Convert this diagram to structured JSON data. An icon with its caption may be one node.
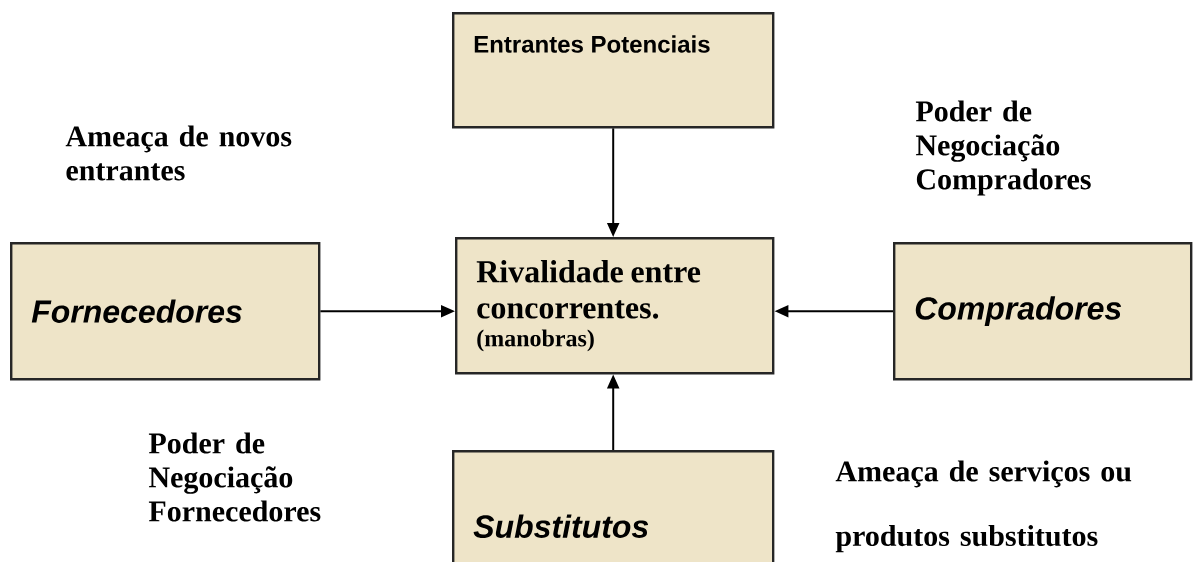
{
  "diagram": {
    "nodes": [
      {
        "text": [
          "Entrantes Potenciais"
        ]
      },
      {
        "text": [
          "Fornecedores"
        ]
      },
      {
        "text": [
          "Rivalidade entre concorrentes.",
          "(manobras)"
        ]
      },
      {
        "text": [
          "Compradores"
        ]
      },
      {
        "text": [
          "Substitutos"
        ]
      }
    ],
    "edges": [
      {
        "from": 0,
        "to": 2,
        "arrow": "to"
      },
      {
        "from": 1,
        "to": 2,
        "arrow": "to"
      },
      {
        "from": 3,
        "to": 2,
        "arrow": "to"
      },
      {
        "from": 4,
        "to": 2,
        "arrow": "to"
      }
    ],
    "labels": [
      "Ameaça de novos entrantes",
      "Poder de Negociação Compradores",
      "Poder de Negociação Fornecedores",
      "Ameaça de serviços ou produtos substitutos"
    ]
  }
}
